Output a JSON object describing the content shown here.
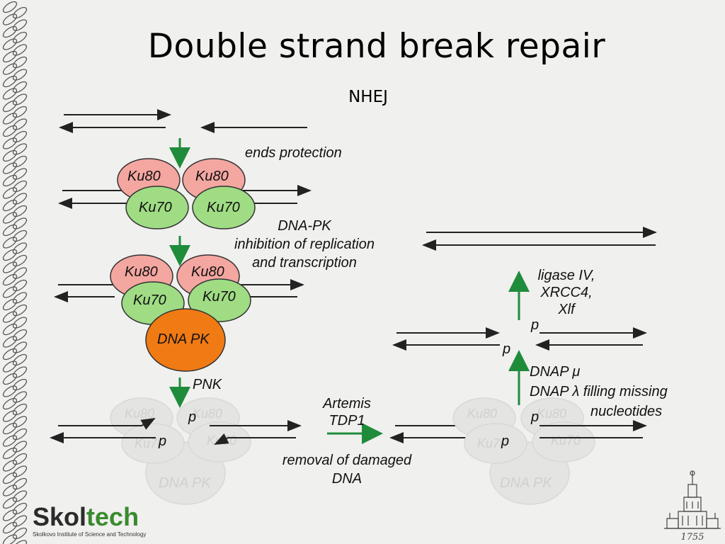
{
  "title": "Double strand break repair",
  "subtitle": "NHEJ",
  "proteins": {
    "ku80": "Ku80",
    "ku70": "Ku70",
    "dnapk": "DNA PK"
  },
  "labels": {
    "ends_protection": "ends protection",
    "dnapk_line1": "DNA-PK",
    "dnapk_line2": "inhibition of replication",
    "dnapk_line3": "and transcription",
    "pnk": "PNK",
    "artemis": "Artemis",
    "tdp1": "TDP1",
    "removal_line1": "removal of damaged",
    "removal_line2": "DNA",
    "ligase_line1": "ligase IV,",
    "ligase_line2": "XRCC4,",
    "ligase_line3": "Xlf",
    "dnap_mu": "DNAP μ",
    "dnap_lambda": "DNAP λ filling missing",
    "nucleotides": "nucleotides",
    "p": "p"
  },
  "logo": {
    "name_dark": "Skol",
    "name_green": "tech",
    "tagline": "Skolkovo Institute of Science and Technology"
  },
  "crest_year": "1755",
  "colors": {
    "ku80": "#f4a6a0",
    "ku70": "#9fdc84",
    "dnapk": "#f07a14",
    "arrow_green": "#1f8c3c",
    "ghost": "#e4e4e2"
  }
}
